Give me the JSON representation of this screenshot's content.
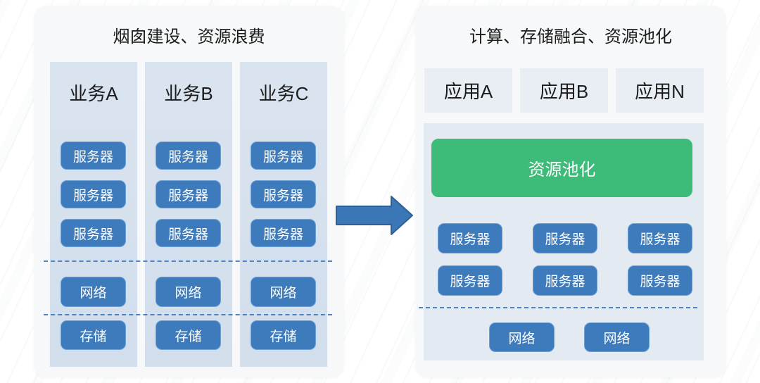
{
  "left_panel": {
    "title": "烟囱建设、资源浪费",
    "columns": [
      {
        "title": "业务A",
        "servers": [
          "服务器",
          "服务器",
          "服务器"
        ],
        "network": "网络",
        "storage": "存储"
      },
      {
        "title": "业务B",
        "servers": [
          "服务器",
          "服务器",
          "服务器"
        ],
        "network": "网络",
        "storage": "存储"
      },
      {
        "title": "业务C",
        "servers": [
          "服务器",
          "服务器",
          "服务器"
        ],
        "network": "网络",
        "storage": "存储"
      }
    ]
  },
  "arrow": {
    "icon": "right-block-arrow",
    "color": "#3b76b7"
  },
  "right_panel": {
    "title": "计算、存储融合、资源池化",
    "apps": [
      "应用A",
      "应用B",
      "应用N"
    ],
    "resource_pool": {
      "label": "资源池化",
      "color": "#3cbc78"
    },
    "servers": [
      "服务器",
      "服务器",
      "服务器",
      "服务器",
      "服务器",
      "服务器"
    ],
    "networks": [
      "网络",
      "网络"
    ]
  },
  "colors": {
    "box_blue": "#3d7bbc",
    "box_blue_border": "#6ba0d6",
    "column_bg": "#d6e1ee",
    "pool_container_bg": "#e4eaf2",
    "app_box_bg": "#e9edf4",
    "pool_green": "#3cbc78",
    "dashed_line": "#4a82c2",
    "card_bg": "#f7f8f9"
  }
}
